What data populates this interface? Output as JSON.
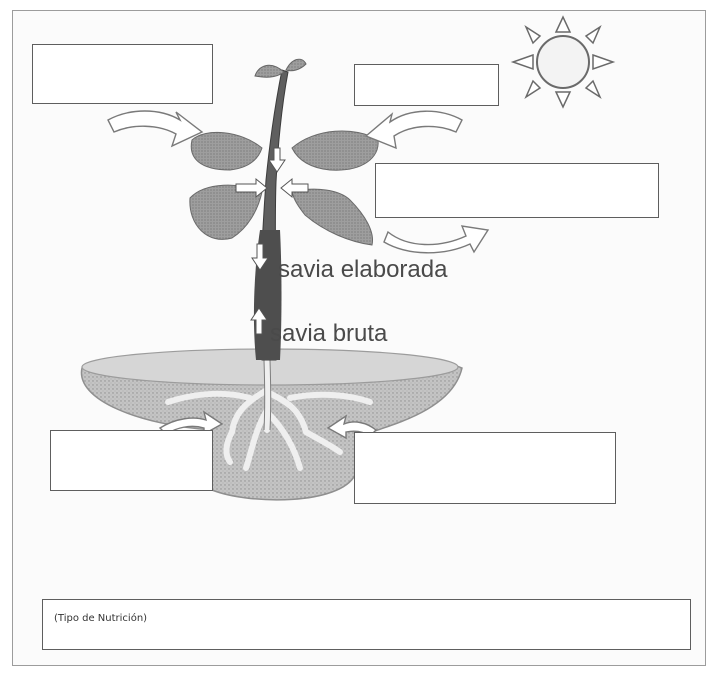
{
  "diagram": {
    "labels": {
      "savia_elaborada": "savia elaborada",
      "savia_bruta": "savia bruta"
    },
    "footer_label": "(Tipo de Nutrición)",
    "colors": {
      "stroke": "#5e5e5e",
      "leaf": "#9a9a9a",
      "soil": "#b9b9b9",
      "root": "#e6e6e6"
    }
  }
}
